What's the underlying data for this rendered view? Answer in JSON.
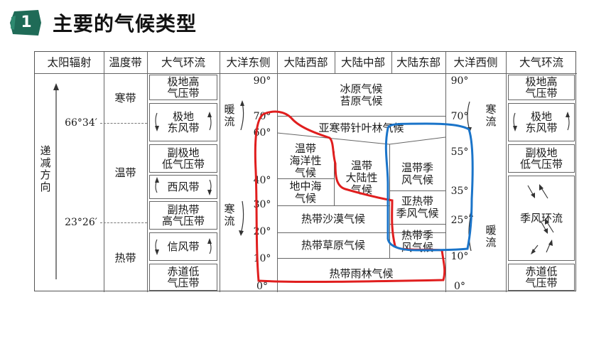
{
  "page": {
    "number": "1",
    "title": "主要的气候类型"
  },
  "colors": {
    "badge": "#1f6b57",
    "red": "#e01e1e",
    "blue": "#1a74c9"
  },
  "headers": [
    "太阳辐射",
    "温度带",
    "大气环流",
    "大洋东侧",
    "大陆西部",
    "大陆中部",
    "大陆东部",
    "大洋西侧",
    "大气环流"
  ],
  "solar": {
    "direction": "递减方向",
    "lat1": "66°34′",
    "lat2": "23°26′"
  },
  "zones": {
    "cold": "寒带",
    "temperate": "温带",
    "tropical": "热带"
  },
  "pressure": {
    "polar_high": "极地高\n气压带",
    "polar_easterly": "极地\n东风带",
    "subpolar_low": "副极地\n低气压带",
    "westerly": "西风带",
    "subtropical_high": "副热带\n高气压带",
    "trade_wind": "信风带",
    "equatorial_low": "赤道低\n气压带",
    "monsoon": "季风环流"
  },
  "currents": {
    "warm": "暖\n流",
    "cold": "寒\n流"
  },
  "lat_left": [
    "90°",
    "70°",
    "60°",
    "40°",
    "30°",
    "20°",
    "10°",
    "0°"
  ],
  "lat_right": [
    "90°",
    "70°",
    "55°",
    "35°",
    "25°",
    "10°",
    "0°"
  ],
  "climates": {
    "ice_tundra": "冰原气候\n苔原气候",
    "taiga": "亚寒带针叶林气候",
    "temperate_marine": "温带\n海洋性\n气候",
    "mediterranean": "地中海\n气候",
    "temperate_continental": "温带\n大陆性\n气候",
    "temperate_monsoon": "温带季\n风气候",
    "subtropical_monsoon": "亚热带\n季风气候",
    "tropical_desert": "热带沙漠气候",
    "tropical_monsoon": "热带季\n风气候",
    "savanna": "热带草原气候",
    "rainforest": "热带雨林气候"
  }
}
